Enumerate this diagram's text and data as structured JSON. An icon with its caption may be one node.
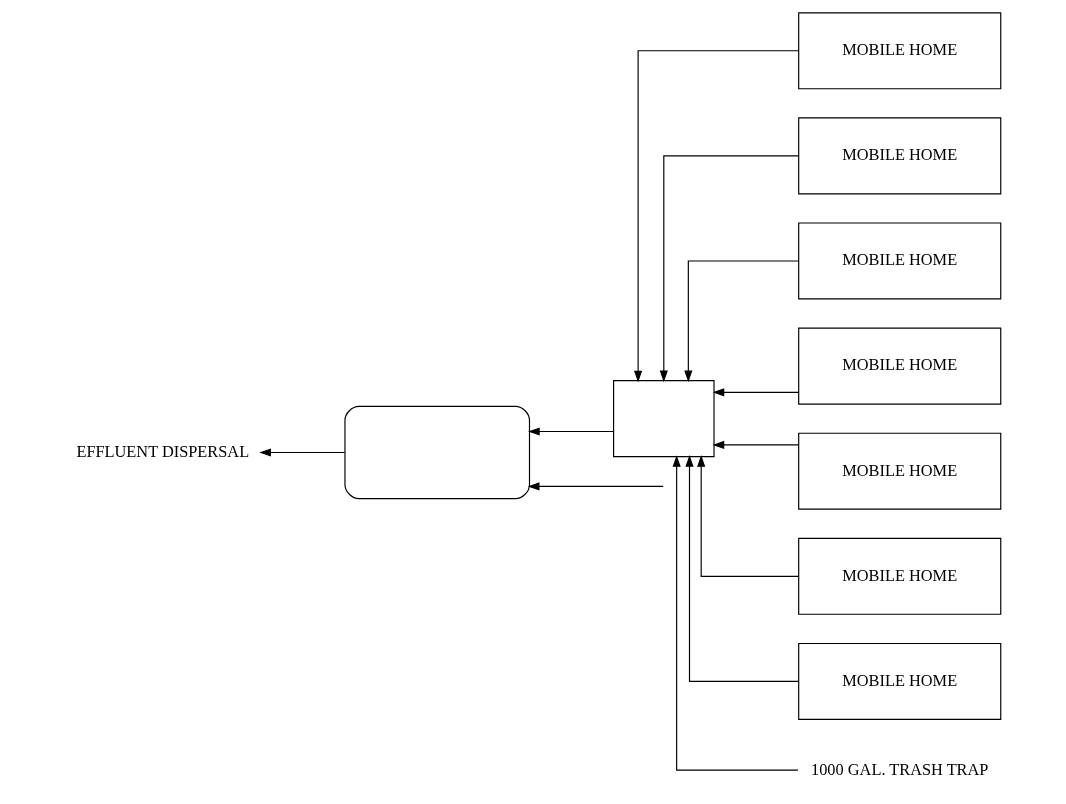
{
  "diagram": {
    "nodes": [
      {
        "text": [
          "MOBILE HOME"
        ]
      },
      {
        "text": [
          "MOBILE HOME"
        ]
      },
      {
        "text": [
          "MOBILE HOME"
        ]
      },
      {
        "text": [
          "MOBILE HOME"
        ]
      },
      {
        "text": [
          "MOBILE HOME"
        ]
      },
      {
        "text": [
          "MOBILE HOME"
        ]
      },
      {
        "text": [
          "MOBILE HOME"
        ]
      },
      {
        "text": [],
        "shape": "box"
      },
      {
        "text": [
          "1000 GAL. TRASH TRAP"
        ]
      },
      {
        "text": [],
        "shape": "oval"
      },
      {
        "text": [
          "EFFLUENT DISPERSAL"
        ]
      }
    ],
    "edges": [
      {
        "from": 0,
        "to": 7,
        "arrow": "to"
      },
      {
        "from": 1,
        "to": 7,
        "arrow": "to"
      },
      {
        "from": 2,
        "to": 7,
        "arrow": "to"
      },
      {
        "from": 3,
        "to": 7,
        "arrow": "to"
      },
      {
        "from": 4,
        "to": 7,
        "arrow": "to"
      },
      {
        "from": 5,
        "to": 7,
        "arrow": "to"
      },
      {
        "from": 6,
        "to": 7,
        "arrow": "to"
      },
      {
        "from": 8,
        "to": 7,
        "arrow": "to"
      },
      {
        "from": 7,
        "to": 9,
        "arrow": "to"
      },
      {
        "from": null,
        "to": 9,
        "arrow": "to"
      },
      {
        "from": 9,
        "to": 10,
        "arrow": "to"
      }
    ]
  }
}
